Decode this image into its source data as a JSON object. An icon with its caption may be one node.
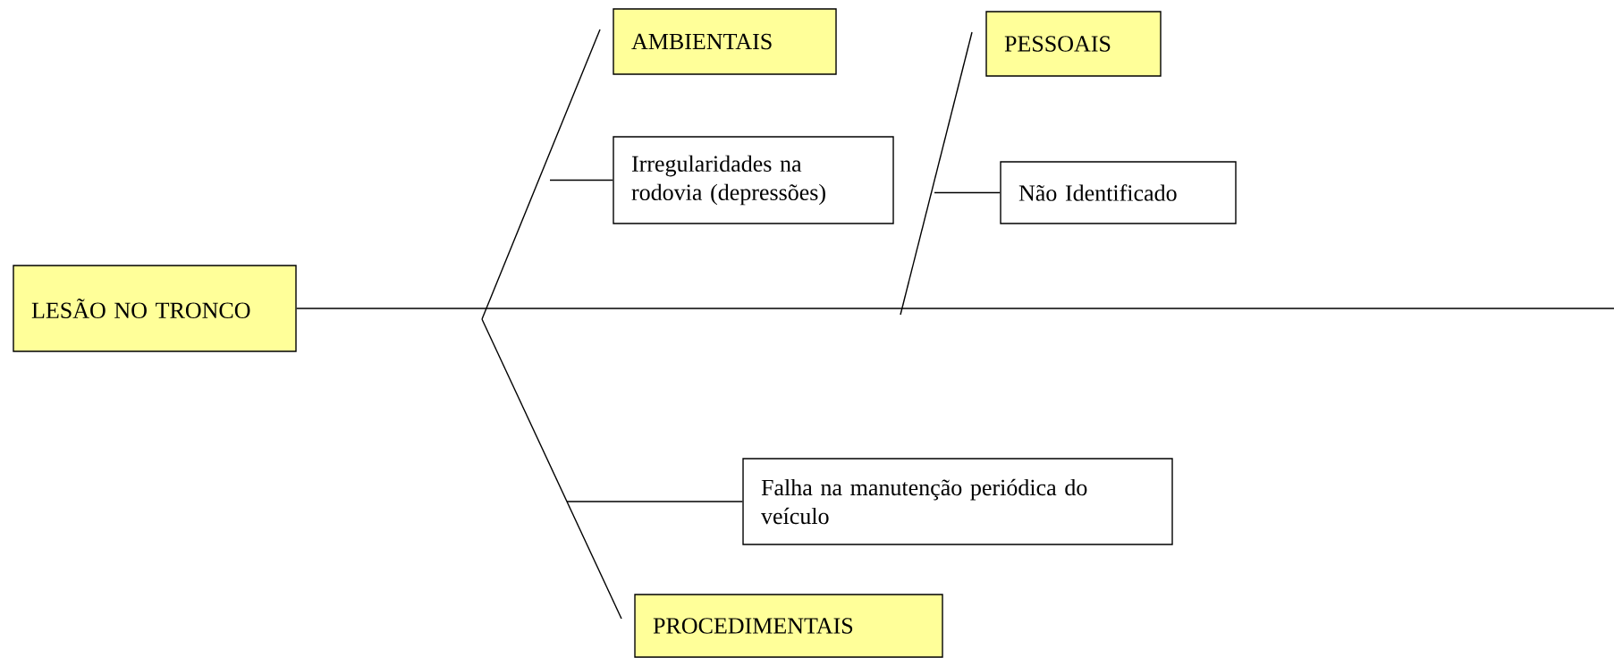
{
  "diagram": {
    "nodes": [
      {
        "text": [
          "LESÃO NO TRONCO"
        ]
      },
      {
        "text": [
          "AMBIENTAIS"
        ]
      },
      {
        "text": [
          "Irregularidades na rodovia (depressões)"
        ]
      },
      {
        "text": [
          "PESSOAIS"
        ]
      },
      {
        "text": [
          "Não Identificado"
        ]
      },
      {
        "text": [
          "Falha na manutenção periódica do veículo"
        ]
      },
      {
        "text": [
          "PROCEDIMENTAIS"
        ]
      }
    ],
    "edges": [
      {
        "from": 0,
        "to": null,
        "arrow": "none"
      },
      {
        "from": null,
        "to": 2,
        "arrow": "none"
      },
      {
        "from": null,
        "to": 4,
        "arrow": "none"
      },
      {
        "from": 6,
        "to": 5,
        "arrow": "none"
      }
    ]
  }
}
